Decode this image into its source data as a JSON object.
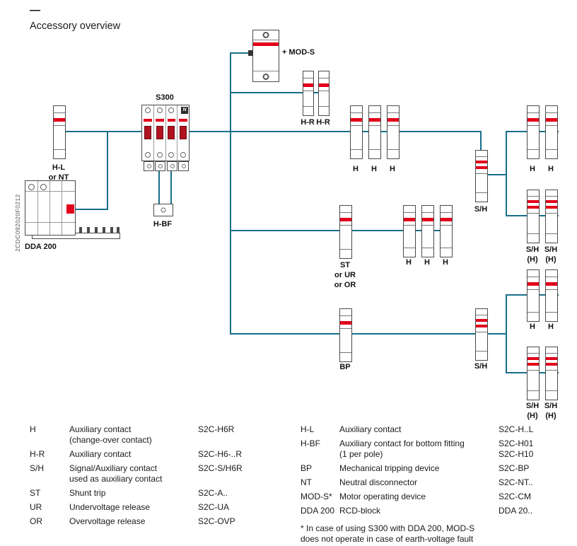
{
  "title": "Accessory overview",
  "header_dash": "—",
  "doc_code": "2CDC092020F0212",
  "colors": {
    "line_teal": "#176f8a",
    "abb_red": "#e2001a"
  },
  "diagram": {
    "labels": {
      "hl": "H-L\nor NT",
      "s300": "S300",
      "n_pole": "N",
      "hbf": "H-BF",
      "dda200": "DDA 200",
      "mods": "+ MOD-S",
      "hr": "H-R",
      "h": "H",
      "sh": "S/H",
      "shh": "S/H\n(H)",
      "st": "ST\nor UR\nor OR",
      "bp": "BP"
    }
  },
  "legend": {
    "left": [
      {
        "term": "H",
        "desc": "Auxiliary contact\n(change-over contact)",
        "code": "S2C-H6R"
      },
      {
        "term": "H-R",
        "desc": "Auxiliary contact",
        "code": "S2C-H6-..R"
      },
      {
        "term": "S/H",
        "desc": "Signal/Auxiliary contact\nused as auxiliary contact",
        "code": "S2C-S/H6R"
      },
      {
        "term": "ST",
        "desc": "Shunt trip",
        "code": "S2C-A.."
      },
      {
        "term": "UR",
        "desc": "Undervoltage release",
        "code": "S2C-UA"
      },
      {
        "term": "OR",
        "desc": "Overvoltage release",
        "code": "S2C-OVP"
      }
    ],
    "right": [
      {
        "term": "H-L",
        "desc": "Auxiliary contact",
        "code": "S2C-H..L"
      },
      {
        "term": "H-BF",
        "desc": "Auxiliary contact for bottom fitting\n(1 per pole)",
        "code": "S2C-H01\nS2C-H10"
      },
      {
        "term": "BP",
        "desc": "Mechanical tripping device",
        "code": "S2C-BP"
      },
      {
        "term": "NT",
        "desc": "Neutral disconnector",
        "code": "S2C-NT.."
      },
      {
        "term": "MOD-S*",
        "desc": "Motor operating device",
        "code": "S2C-CM"
      },
      {
        "term": "DDA 200",
        "desc": "RCD-block",
        "code": "DDA 20.."
      }
    ],
    "footnote": "* In case of using S300 with DDA 200, MOD-S\ndoes not operate in case of earth-voltage fault"
  }
}
